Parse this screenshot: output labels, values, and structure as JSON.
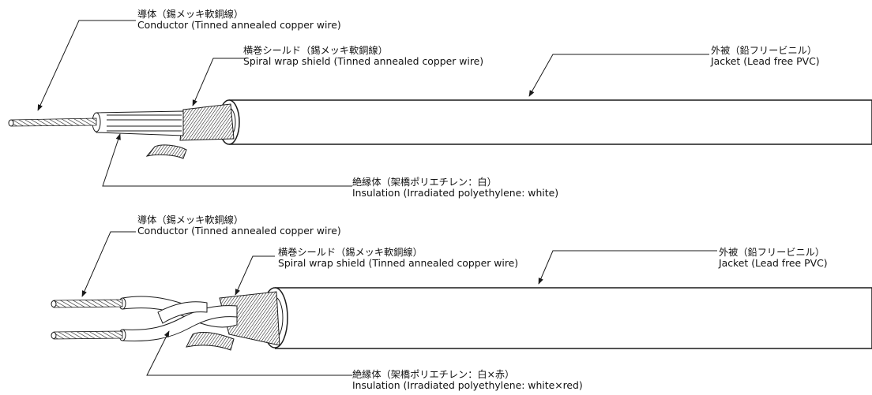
{
  "cable_1": {
    "conductor": {
      "ja": "導体（錫メッキ軟銅線）",
      "en": "Conductor (Tinned annealed copper wire)"
    },
    "shield": {
      "ja": "横巻シールド（錫メッキ軟銅線）",
      "en": "Spiral wrap shield (Tinned annealed copper wire)"
    },
    "jacket": {
      "ja": "外被（鉛フリービニル）",
      "en": "Jacket (Lead free PVC)"
    },
    "insulation": {
      "ja": "絶縁体（架橋ポリエチレン：白）",
      "en": "Insulation (Irradiated polyethylene: white)"
    }
  },
  "cable_2": {
    "conductor": {
      "ja": "導体（錫メッキ軟銅線）",
      "en": "Conductor (Tinned annealed copper wire)"
    },
    "shield": {
      "ja": "横巻シールド（錫メッキ軟銅線）",
      "en": "Spiral wrap shield (Tinned annealed copper wire)"
    },
    "jacket": {
      "ja": "外被（鉛フリービニル）",
      "en": "Jacket (Lead free PVC)"
    },
    "insulation": {
      "ja": "絶縁体（架橋ポリエチレン：白×赤）",
      "en": "Insulation (Irradiated polyethylene: white×red)"
    }
  }
}
